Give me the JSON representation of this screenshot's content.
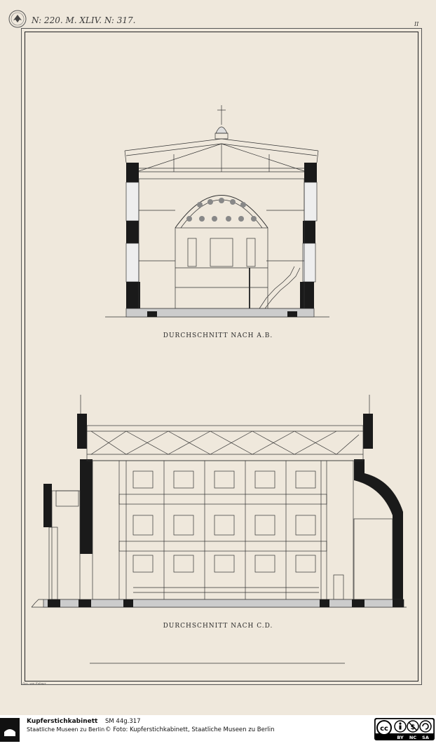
{
  "sheet": {
    "reference": "N: 220. M. XLIV. N: 317.",
    "sheet_number": "II",
    "caption_top": "DURCHSCHNITT NACH A.B.",
    "caption_bottom": "DURCHSCHNITT NACH C.D.",
    "maker_note": "Gez. von Fuhner"
  },
  "footer": {
    "institution": "Kupferstichkabinett",
    "institution_sub": "Staatliche Museen zu Berlin",
    "inventory": "SM 44g.317",
    "credit": "© Foto: Kupferstichkabinett, Staatliche Museen zu Berlin",
    "license": "CC BY NC SA",
    "license_labels": [
      "BY",
      "NC",
      "SA"
    ]
  },
  "colors": {
    "paper": "#efe8dc",
    "ink": "#222222",
    "wash": "#1a1a1a"
  },
  "icons": {
    "stamp": "museum-stamp-icon",
    "logo": "smb-logo-icon",
    "license": "creative-commons-icon"
  }
}
